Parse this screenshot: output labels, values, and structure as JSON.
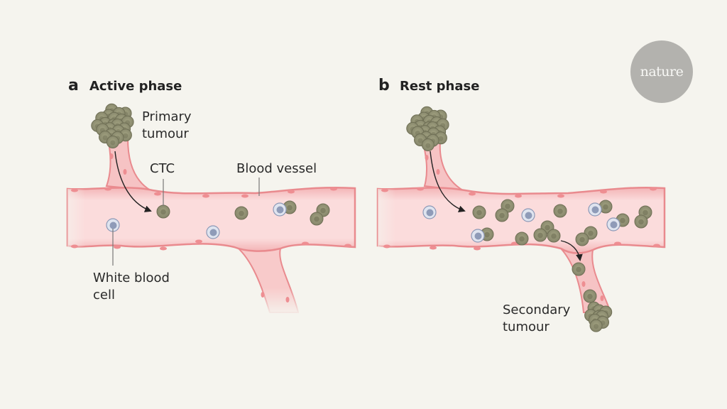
{
  "logo": {
    "text": "nature"
  },
  "panels": [
    {
      "letter": "a",
      "title": "Active phase",
      "labels": {
        "primary_tumour": [
          "Primary",
          "tumour"
        ],
        "ctc": "CTC",
        "blood_vessel": "Blood vessel",
        "white_blood_cell": [
          "White blood",
          "cell"
        ]
      }
    },
    {
      "letter": "b",
      "title": "Rest phase",
      "labels": {
        "secondary_tumour": [
          "Secondary",
          "tumour"
        ]
      }
    }
  ],
  "colors": {
    "background": "#f5f4ee",
    "vessel_fill": "#f9d6d6",
    "vessel_wall": "#e98a8e",
    "ctc": "#8a8a6a",
    "wbc": "#c9d1e3",
    "text": "#2a2a2a"
  }
}
